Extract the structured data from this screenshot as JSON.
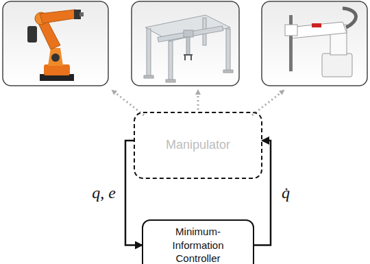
{
  "diagram": {
    "nodes": [
      {
        "text": [
          "Manipulator"
        ]
      },
      {
        "text": [
          "Minimum-Information Controller"
        ]
      }
    ],
    "edges": [
      {
        "from": 0,
        "to": 1,
        "arrow": "to",
        "label": "q, e"
      },
      {
        "from": 1,
        "to": 0,
        "arrow": "to",
        "label": "q̇"
      }
    ]
  }
}
